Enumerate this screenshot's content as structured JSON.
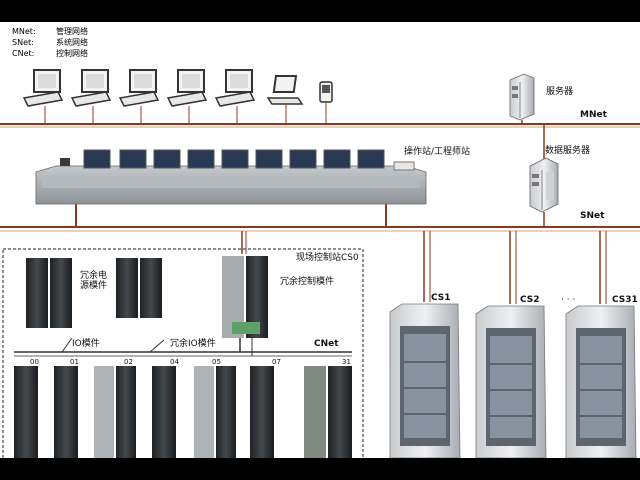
{
  "legend": [
    {
      "key": "MNet:",
      "desc": "管理网络"
    },
    {
      "key": "SNet:",
      "desc": "系统网络"
    },
    {
      "key": "CNet:",
      "desc": "控制网络"
    }
  ],
  "labels": {
    "server": "服务器",
    "mnet": "MNet",
    "operator_station": "操作站/工程师站",
    "data_server": "数据服务器",
    "snet": "SNet",
    "field_station": "现场控制站CS0",
    "redundant_power": "冗余电\n源模件",
    "redundant_control": "冗余控制模件",
    "io_module": "IO模件",
    "redundant_io": "冗余IO模件",
    "cnet": "CNet",
    "cs1": "CS1",
    "cs2": "CS2",
    "dots": "· · ·",
    "cs31": "CS31"
  },
  "slot_numbers": [
    "00",
    "01",
    "02",
    "04",
    "05",
    "07",
    "31"
  ],
  "colors": {
    "network_line": "#8b3a1e",
    "device_gray": "#9aa0a6",
    "screen": "#2a3a55",
    "module_dark": "#2b2e31"
  }
}
